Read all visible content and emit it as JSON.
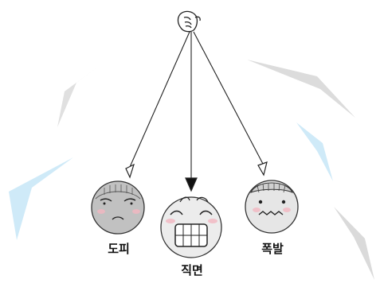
{
  "labels": {
    "left": "도피",
    "center": "직면",
    "right": "폭발"
  },
  "colors": {
    "shard_gray": "#d9d9d9",
    "shard_blue": "#cde9f7",
    "face_gray": "#bdbdbd",
    "face_light": "#e3e3e3",
    "cheek_pink": "#f3b8c2",
    "line": "#222222"
  },
  "icons": {
    "hand": "hand-icon",
    "left_face": "gloomy-face-icon",
    "center_face": "grinning-face-icon",
    "right_face": "nervous-face-icon"
  }
}
